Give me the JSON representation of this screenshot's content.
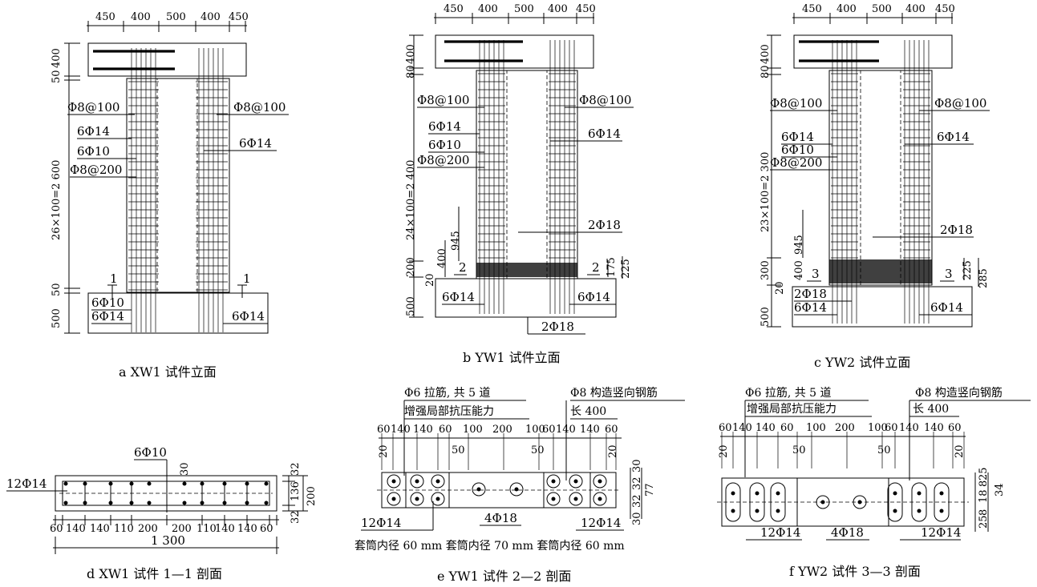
{
  "panels": {
    "a": {
      "caption": "a XW1 试件立面",
      "top_dims": [
        "450",
        "400",
        "500",
        "400",
        "450"
      ],
      "left_dims": [
        "400",
        "50",
        "26×100=2 600",
        "50",
        "500"
      ],
      "labels": [
        "Φ8@100",
        "6Φ14",
        "6Φ10",
        "Φ8@200",
        "Φ8@100",
        "6Φ14",
        "1",
        "1",
        "6Φ10",
        "6Φ14",
        "6Φ14"
      ]
    },
    "b": {
      "caption": "b YW1 试件立面",
      "top_dims": [
        "450",
        "400",
        "500",
        "400",
        "450"
      ],
      "left_dims": [
        "400",
        "80",
        "24×100=2 400",
        "945",
        "400",
        "200",
        "20",
        "500"
      ],
      "right_dims": [
        "175",
        "225"
      ],
      "labels": [
        "Φ8@100",
        "6Φ14",
        "6Φ10",
        "Φ8@200",
        "Φ8@100",
        "6Φ14",
        "2Φ18",
        "2",
        "2",
        "6Φ14",
        "6Φ14",
        "2Φ18"
      ]
    },
    "c": {
      "caption": "c YW2 试件立面",
      "top_dims": [
        "450",
        "400",
        "500",
        "400",
        "450"
      ],
      "left_dims": [
        "400",
        "80",
        "23×100=2 300",
        "945",
        "400",
        "300",
        "20",
        "500"
      ],
      "right_dims": [
        "225",
        "285"
      ],
      "labels": [
        "Φ8@100",
        "6Φ14",
        "6Φ10",
        "Φ8@200",
        "Φ8@100",
        "6Φ14",
        "2Φ18",
        "3",
        "3",
        "2Φ18",
        "6Φ14",
        "6Φ14"
      ]
    },
    "d": {
      "caption": "d XW1 试件 1—1 剖面",
      "bottom_dims": [
        "60",
        "140",
        "140",
        "110",
        "200",
        "200",
        "110",
        "140",
        "140",
        "60"
      ],
      "total": "1 300",
      "right_dims": [
        "32",
        "136",
        "32",
        "200"
      ],
      "labels": [
        "6Φ10",
        "30",
        "12Φ14"
      ]
    },
    "e": {
      "caption": "e YW1 试件 2—2 剖面",
      "top_dims": [
        "60",
        "140",
        "140",
        "60",
        "100",
        "200",
        "100",
        "60",
        "140",
        "140",
        "60"
      ],
      "small_dims": [
        "20",
        "50",
        "50",
        "20"
      ],
      "right_dims": [
        "30",
        "32",
        "32",
        "30",
        "77"
      ],
      "notes": [
        "Φ6 拉筋, 共 5 道",
        "增强局部抗压能力",
        "Φ8 构造竖向钢筋",
        "长 400"
      ],
      "labels": [
        "12Φ14",
        "4Φ18",
        "12Φ14"
      ],
      "sleeve_note": "套筒内径 60 mm 套筒内径 70 mm 套筒内径 60 mm"
    },
    "f": {
      "caption": "f YW2 试件 3—3 剖面",
      "top_dims": [
        "60",
        "140",
        "140",
        "60",
        "100",
        "200",
        "100",
        "60",
        "140",
        "140",
        "60"
      ],
      "small_dims": [
        "20",
        "50",
        "50",
        "20"
      ],
      "right_dims": [
        "25",
        "8",
        "18",
        "8",
        "25",
        "34"
      ],
      "notes": [
        "Φ6 拉筋, 共 5 道",
        "增强局部抗压能力",
        "Φ8 构造竖向钢筋",
        "长 400"
      ],
      "labels": [
        "12Φ14",
        "4Φ18",
        "12Φ14"
      ]
    }
  }
}
